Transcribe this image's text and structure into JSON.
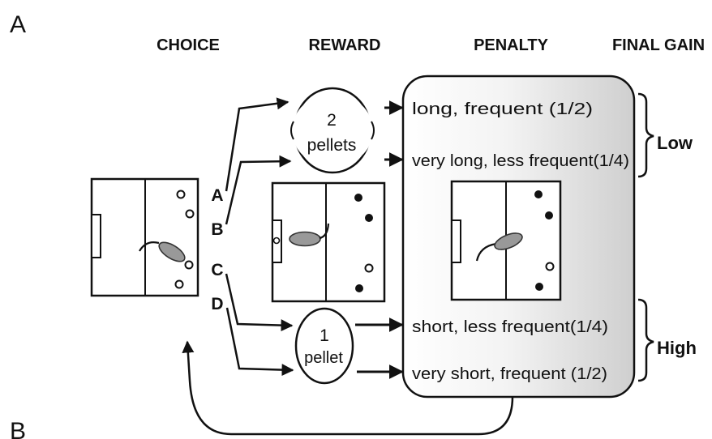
{
  "panels": {
    "a": "A",
    "b": "B"
  },
  "headers": {
    "choice": "CHOICE",
    "reward": "REWARD",
    "penalty": "PENALTY",
    "final_gain": "FINAL GAIN"
  },
  "options": [
    "A",
    "B",
    "C",
    "D"
  ],
  "rewards": {
    "large": {
      "number": "2",
      "unit": "pellets"
    },
    "small": {
      "number": "1",
      "unit": "pellet"
    }
  },
  "penalties": [
    "long, frequent (1/2)",
    "very long, less  frequent(1/4)",
    "short, less frequent(1/4)",
    "very short, frequent (1/2)"
  ],
  "gains": {
    "low": "Low",
    "high": "High"
  }
}
